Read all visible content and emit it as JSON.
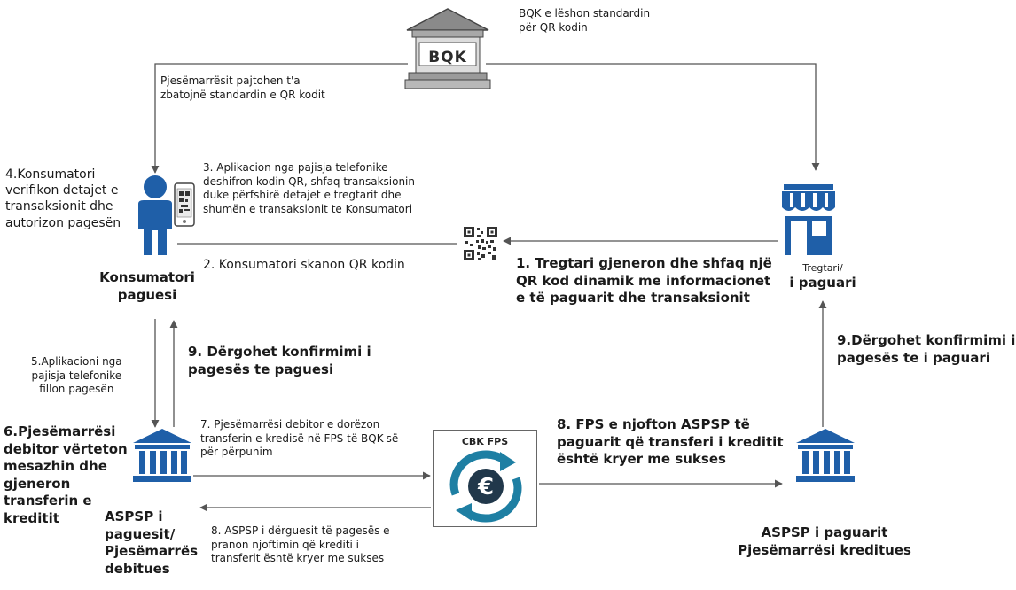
{
  "bank_logo_text": "BQK",
  "cbk_fps_title": "CBK FPS",
  "cbk_symbol": "€",
  "labels": {
    "bqk_issues": "BQK e lëshon standardin\npër QR kodin",
    "participants_agree": "Pjesëmarrësit pajtohen t'a\nzbatojnë standardin e QR kodit",
    "step4": "4.Konsumatori\nverifikon detajet e\ntransaksionit dhe\nautorizon pagesën",
    "step3": "3. Aplikacion nga pajisja telefonike\ndeshifron kodin QR, shfaq transaksionin\nduke përfshirë detajet e tregtarit dhe\nshumën e transaksionit te Konsumatori",
    "step2": "2. Konsumatori skanon QR kodin",
    "step1": "1. Tregtari gjeneron dhe shfaq një\nQR kod dinamik me informacionet\ne të paguarit dhe transaksionit",
    "consumer": "Konsumatori\npaguesi",
    "merchant_small": "Tregtari/",
    "merchant": "i paguari",
    "step5": "5.Aplikacioni nga\npajisja telefonike\nfillon pagesën",
    "step9_payer": "9. Dërgohet konfirmimi i\npagesës te paguesi",
    "step9_payee": "9.Dërgohet konfirmimi i\npagesës te i paguari",
    "step6": "6.Pjesëmarrësi\ndebitor vërteton\nmesazhin dhe\ngjeneron\ntransferin e\nkreditit",
    "step7": "7. Pjesëmarrësi debitor e dorëzon\ntransferin e kredisë në FPS të BQK-së\npër përpunim",
    "step8_fps": "8. FPS e njofton ASPSP të\npaguarit që transferi i kreditit\nështë kryer me sukses",
    "step8_aspsp": "8. ASPSP i dërguesit të pagesës e\npranon njoftimin që krediti i\ntransferit është kryer me sukses",
    "aspsp_payer": "ASPSP i\npaguesit/\nPjesëmarrës\ndebitues",
    "aspsp_payee": "ASPSP i paguarit\nPjesëmarrësi kreditues"
  },
  "colors": {
    "accent_blue": "#1f5fa8",
    "line": "#555555",
    "logo_red": "#c0392b",
    "fps_teal": "#1e7fa3",
    "fps_dark": "#21384b"
  },
  "icons": [
    "bank-building-icon",
    "person-icon",
    "smartphone-icon",
    "qr-code-icon",
    "store-icon",
    "bank-icon",
    "euro-exchange-icon"
  ]
}
